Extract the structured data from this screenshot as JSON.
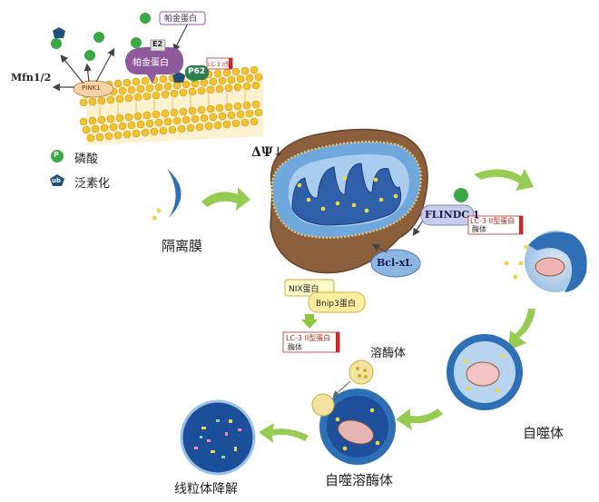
{
  "membrane": {
    "pink1": "PINK1",
    "mfn": "Mfn1/2",
    "parkin_tag": "帕金蛋白",
    "parkin_blob": "帕金蛋白",
    "e2": "E2",
    "p62": "P62",
    "lc3_small": "LC-3 II型"
  },
  "legend": {
    "phos_symbol": "P",
    "phos_label": "磷酸",
    "ub_symbol": "ub",
    "ub_label": "泛素化"
  },
  "labels": {
    "potential": "ΔΨ↓",
    "phagophore": "隔离膜",
    "flindc": "FLINDC 1",
    "lc3_right": "LC-3 II型蛋白",
    "lc3_right_sub": "酶体",
    "bcl": "Bcl-xL",
    "nix": "NIX蛋白",
    "bnip3": "Bnip3蛋白",
    "lc3_bottom": "LC-3 II型蛋白",
    "lc3_bottom_sub": "酶体",
    "lysosome": "溶酶体",
    "autophagosome": "自噬体",
    "autolysosome": "自噬溶酶体",
    "degradation": "线粒体降解"
  },
  "colors": {
    "phosphate": "#3aa845",
    "ubiquitin": "#1f4e79",
    "parkin": "#8e5a9c",
    "arrow_green": "#8cc63f",
    "mito_outer": "#8b5e3c",
    "mito_inner": "#6fa8dc",
    "lipid_head": "#f2c230"
  }
}
